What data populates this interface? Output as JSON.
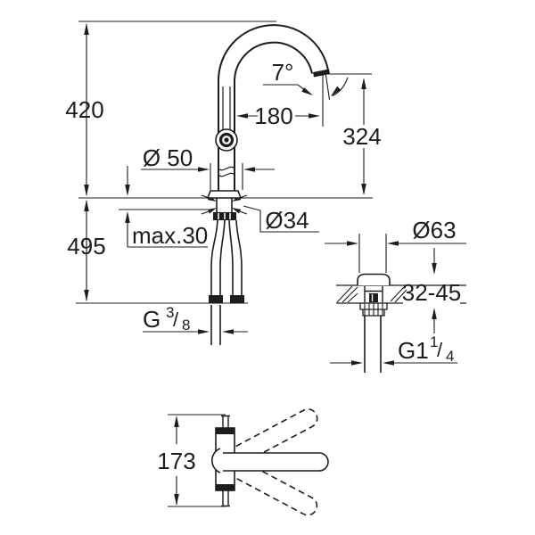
{
  "drawing": {
    "type": "technical-dimension-drawing",
    "subject": "single-hole basin mixer tap with waste valve, side view, drain detail and top swivel view",
    "colors": {
      "line": "#1d1d1b",
      "background": "#ffffff"
    },
    "labels": {
      "overall_height": "420",
      "below_deck_depth": "495",
      "base_diameter": "Ø 50",
      "max_deck_thickness": "max.30",
      "hole_diameter": "Ø34",
      "spout_reach": "180",
      "spout_angle": "7°",
      "spout_height": "324",
      "waste_flange_diameter": "Ø63",
      "waste_clamp_range": "32-45",
      "swivel_body_width": "173"
    },
    "threads": {
      "supply": {
        "base": "G",
        "numerator": "3",
        "slash": "/",
        "denominator": "8"
      },
      "waste": {
        "base": "G1",
        "numerator": "1",
        "slash": "/",
        "denominator": "4"
      }
    }
  }
}
